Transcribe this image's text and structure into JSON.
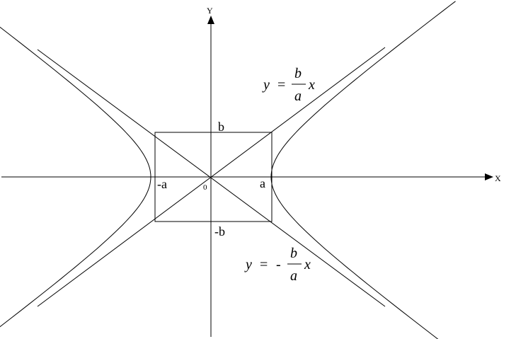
{
  "axes": {
    "x_label": "X",
    "y_label": "Y",
    "origin_label": "0"
  },
  "vertices": {
    "a_pos": "a",
    "a_neg": "-a",
    "b_pos": "b",
    "b_neg": "-b"
  },
  "asymptote_upper": {
    "lhs": "y",
    "eq": "=",
    "num": "b",
    "den": "a",
    "var": "x"
  },
  "asymptote_lower": {
    "lhs": "y",
    "eq": "=",
    "minus": "-",
    "num": "b",
    "den": "a",
    "var": "x"
  },
  "colors": {
    "stroke": "#000000",
    "background": "#ffffff"
  }
}
